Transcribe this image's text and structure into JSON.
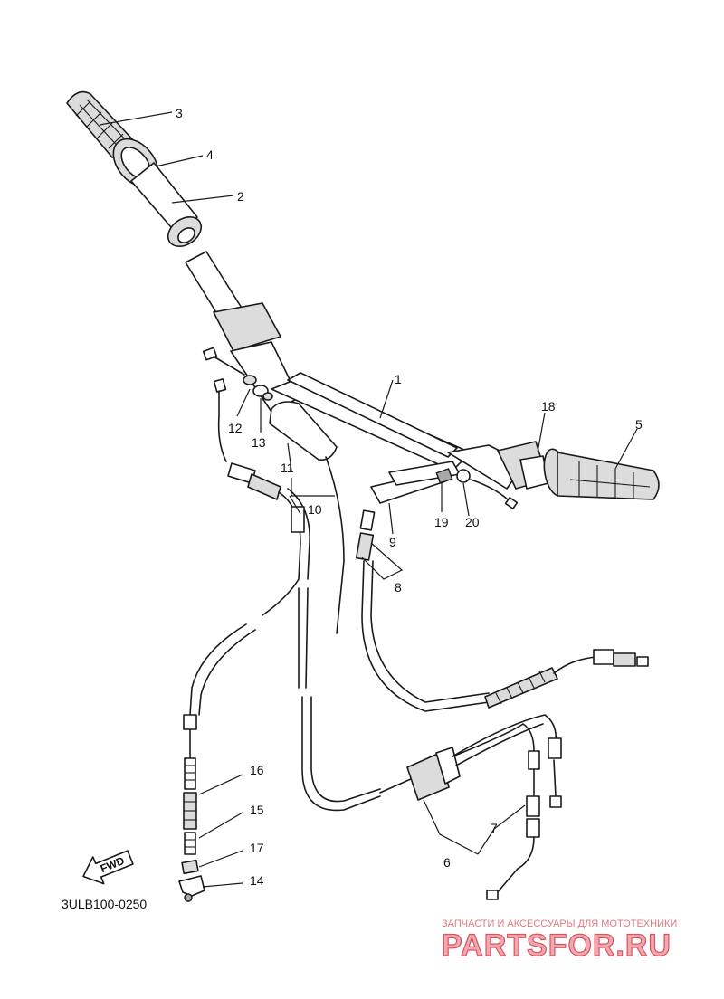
{
  "diagram": {
    "catalog_code": "3ULB100-0250",
    "direction_marker": "FWD",
    "part_numbers": [
      "1",
      "2",
      "3",
      "4",
      "5",
      "6",
      "7",
      "8",
      "9",
      "10",
      "11",
      "12",
      "13",
      "14",
      "15",
      "16",
      "17",
      "18",
      "19",
      "20"
    ]
  },
  "watermark": {
    "tagline": "ЗАПЧАСТИ И АКСЕССУАРЫ ДЛЯ МОТОТЕХНИКИ",
    "logo_text": "PARTSFOR.RU"
  }
}
